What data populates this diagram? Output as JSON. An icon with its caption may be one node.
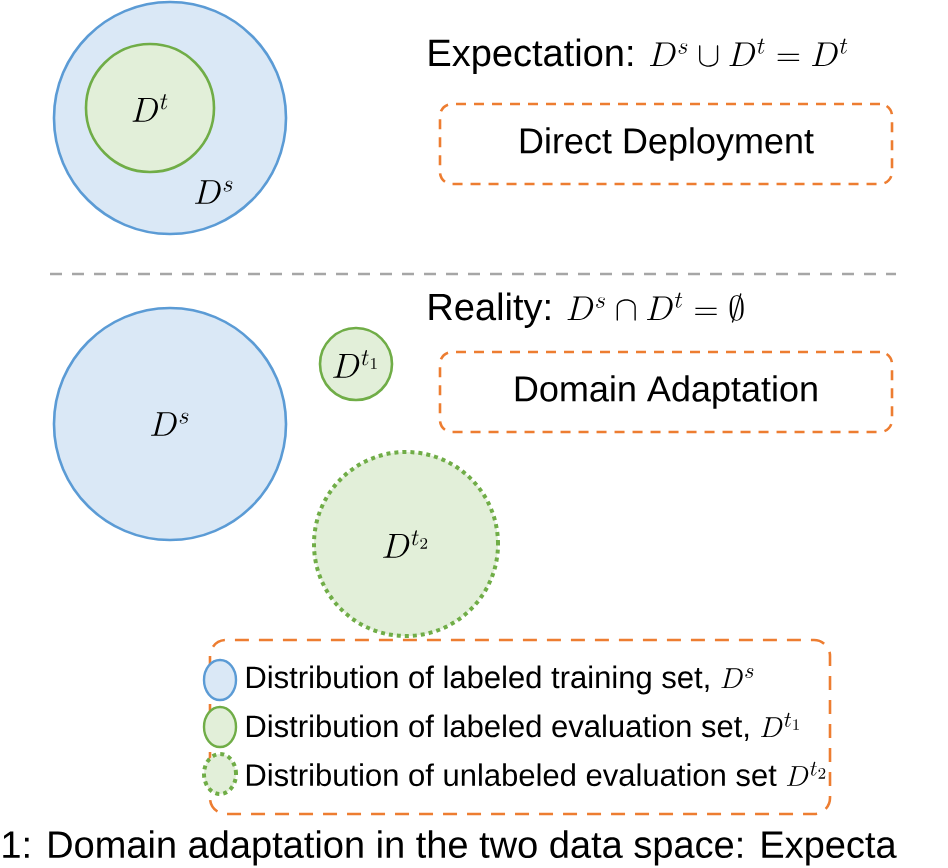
{
  "diagram": {
    "caption": "1: Domain adaptation in the two data space: Expecta",
    "nodes": [
      {
        "text": [
          "D^s"
        ]
      },
      {
        "text": [
          "D^t"
        ],
        "in": 0
      },
      {
        "text": [
          "Direct Deployment"
        ]
      },
      {
        "text": [
          "D^s"
        ]
      },
      {
        "text": [
          "D^{t_1}"
        ]
      },
      {
        "text": [
          "D^{t_2}"
        ]
      },
      {
        "text": [
          "Domain Adaptation"
        ]
      }
    ],
    "edges": [],
    "labels": [
      "Expectation:",
      "D^s \\cup D^t = D^t",
      "Reality:",
      "D^s \\cap D^t = \\emptyset"
    ],
    "legend": [
      {
        "text": "\\text{Distribution of labeled training set, }D^s"
      },
      {
        "text": "\\text{Distribution of labeled evaluation set, }D^{t_1}"
      },
      {
        "text": "\\text{Distribution of unlabeled evaluation set }D^{t_2}"
      }
    ]
  }
}
